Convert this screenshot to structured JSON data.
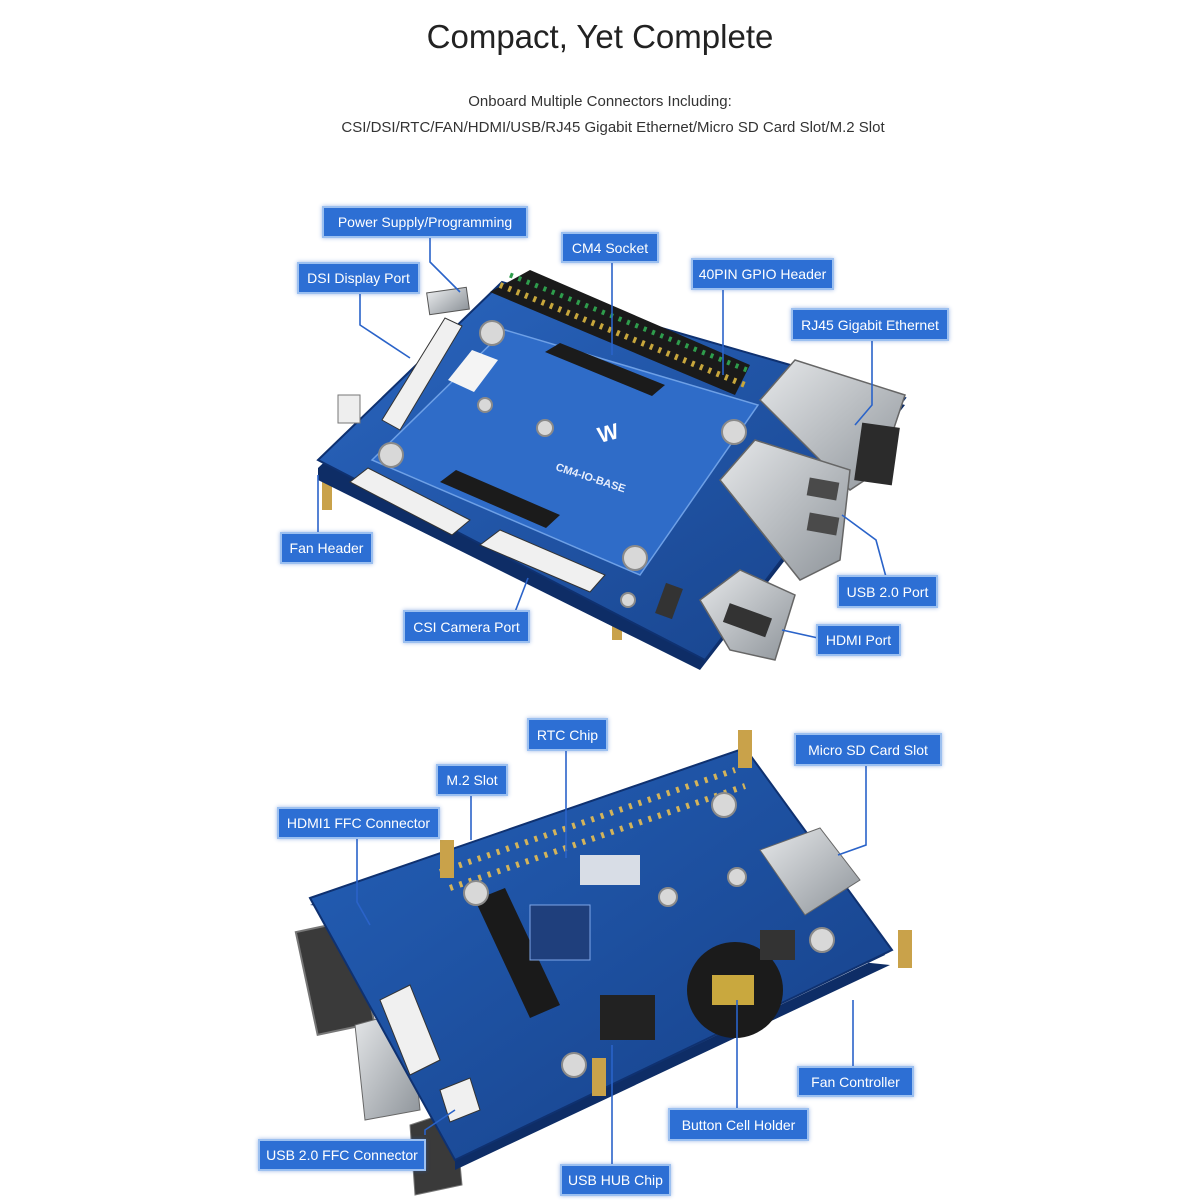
{
  "header": {
    "title": "Compact, Yet Complete",
    "subtitle_line1": "Onboard Multiple Connectors Including:",
    "subtitle_line2": "CSI/DSI/RTC/FAN/HDMI/USB/RJ45 Gigabit Ethernet/Micro SD Card Slot/M.2 Slot"
  },
  "top_board": {
    "silkscreen": "CM4-IO-BASE",
    "labels": {
      "power": "Power Supply/Programming",
      "dsi": "DSI Display Port",
      "cm4": "CM4 Socket",
      "gpio": "40PIN GPIO Header",
      "rj45": "RJ45 Gigabit Ethernet",
      "fan": "Fan Header",
      "usb": "USB 2.0 Port",
      "csi": "CSI Camera Port",
      "hdmi": "HDMI Port"
    }
  },
  "bottom_board": {
    "labels": {
      "rtc": "RTC Chip",
      "m2": "M.2 Slot",
      "microsd": "Micro SD Card Slot",
      "hdmi1": "HDMI1 FFC Connector",
      "fanctrl": "Fan Controller",
      "cell": "Button Cell Holder",
      "usbffc": "USB 2.0 FFC Connector",
      "usbhub": "USB HUB Chip"
    }
  },
  "colors": {
    "label_bg": "#2d6fd4",
    "pcb": "#1d4e9e"
  }
}
